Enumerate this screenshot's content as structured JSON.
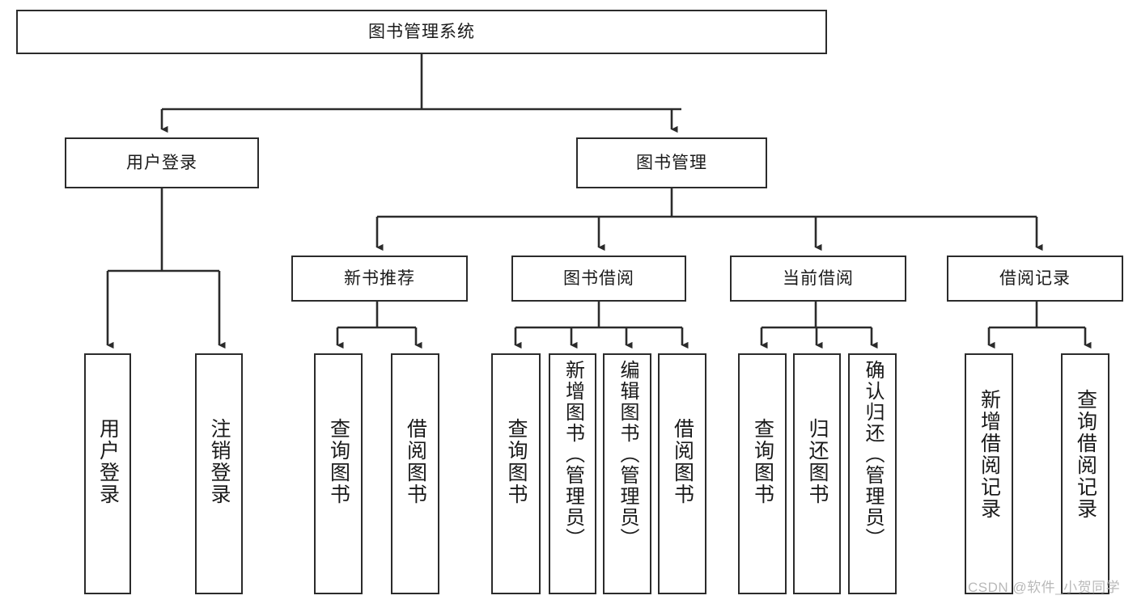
{
  "diagram": {
    "type": "tree-hierarchy",
    "title": "图书管理系统",
    "orientation": "top-down",
    "colors": {
      "box_border": "#2b2b2b",
      "box_fill": "#ffffff",
      "connector": "#2b2b2b",
      "text": "#1a1a1a",
      "watermark": "#b9b9b9",
      "background": "#ffffff"
    }
  },
  "root": {
    "label": "图书管理系统"
  },
  "level1": [
    {
      "id": "user-login",
      "label": "用户登录"
    },
    {
      "id": "book-management",
      "label": "图书管理"
    }
  ],
  "level2": [
    {
      "id": "new-book-recommend",
      "label": "新书推荐",
      "parent": "book-management"
    },
    {
      "id": "book-borrow",
      "label": "图书借阅",
      "parent": "book-management"
    },
    {
      "id": "current-borrow",
      "label": "当前借阅",
      "parent": "book-management"
    },
    {
      "id": "borrow-record",
      "label": "借阅记录",
      "parent": "book-management"
    }
  ],
  "leaves": {
    "user_login": [
      {
        "id": "leaf-user-login",
        "label": "用户登录"
      },
      {
        "id": "leaf-logout",
        "label": "注销登录"
      }
    ],
    "new_book_recommend": [
      {
        "id": "leaf-query-book-1",
        "label": "查询图书"
      },
      {
        "id": "leaf-borrow-book-1",
        "label": "借阅图书"
      }
    ],
    "book_borrow": [
      {
        "id": "leaf-query-book-2",
        "label": "查询图书"
      },
      {
        "id": "leaf-add-book",
        "label": "新增图书（管理员）"
      },
      {
        "id": "leaf-edit-book",
        "label": "编辑图书（管理员）"
      },
      {
        "id": "leaf-borrow-book-2",
        "label": "借阅图书"
      }
    ],
    "current_borrow": [
      {
        "id": "leaf-query-book-3",
        "label": "查询图书"
      },
      {
        "id": "leaf-return-book",
        "label": "归还图书"
      },
      {
        "id": "leaf-confirm-return",
        "label": "确认归还（管理员）"
      }
    ],
    "borrow_record": [
      {
        "id": "leaf-add-record",
        "label": "新增借阅记录"
      },
      {
        "id": "leaf-query-record",
        "label": "查询借阅记录"
      }
    ]
  },
  "watermark": {
    "text": "CSDN @软件_小贺同学"
  }
}
